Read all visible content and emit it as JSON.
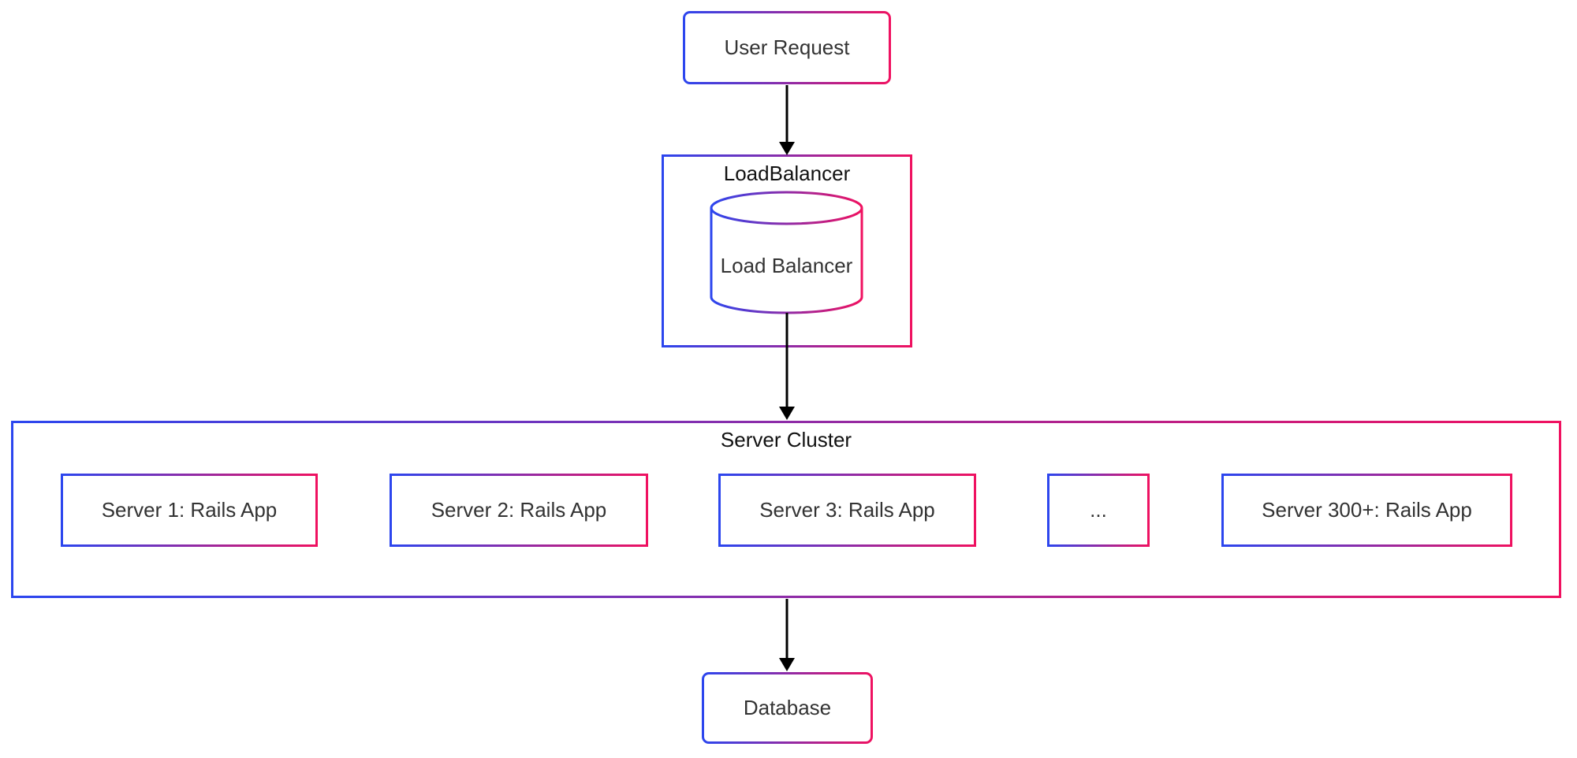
{
  "diagram": {
    "type": "flowchart",
    "direction": "top-down",
    "colors": {
      "gradient_from": "#2b46ef",
      "gradient_to": "#f01160",
      "arrow": "#000000",
      "node_text": "#333333",
      "cluster_text": "#111111",
      "background": "#ffffff"
    },
    "nodes": {
      "user_request": {
        "label": "User Request",
        "shape": "rounded-rect"
      },
      "load_balancer_group": {
        "label": "LoadBalancer",
        "shape": "subgraph"
      },
      "load_balancer": {
        "label": "Load Balancer",
        "shape": "cylinder"
      },
      "server_cluster": {
        "label": "Server Cluster",
        "shape": "subgraph"
      },
      "servers": [
        {
          "label": "Server 1: Rails App"
        },
        {
          "label": "Server 2: Rails App"
        },
        {
          "label": "Server 3: Rails App"
        },
        {
          "label": "..."
        },
        {
          "label": "Server 300+: Rails App"
        }
      ],
      "database": {
        "label": "Database",
        "shape": "rounded-rect"
      }
    },
    "edges": [
      {
        "from": "User Request",
        "to": "LoadBalancer"
      },
      {
        "from": "Load Balancer",
        "to": "Server Cluster"
      },
      {
        "from": "Server Cluster",
        "to": "Database"
      }
    ]
  }
}
